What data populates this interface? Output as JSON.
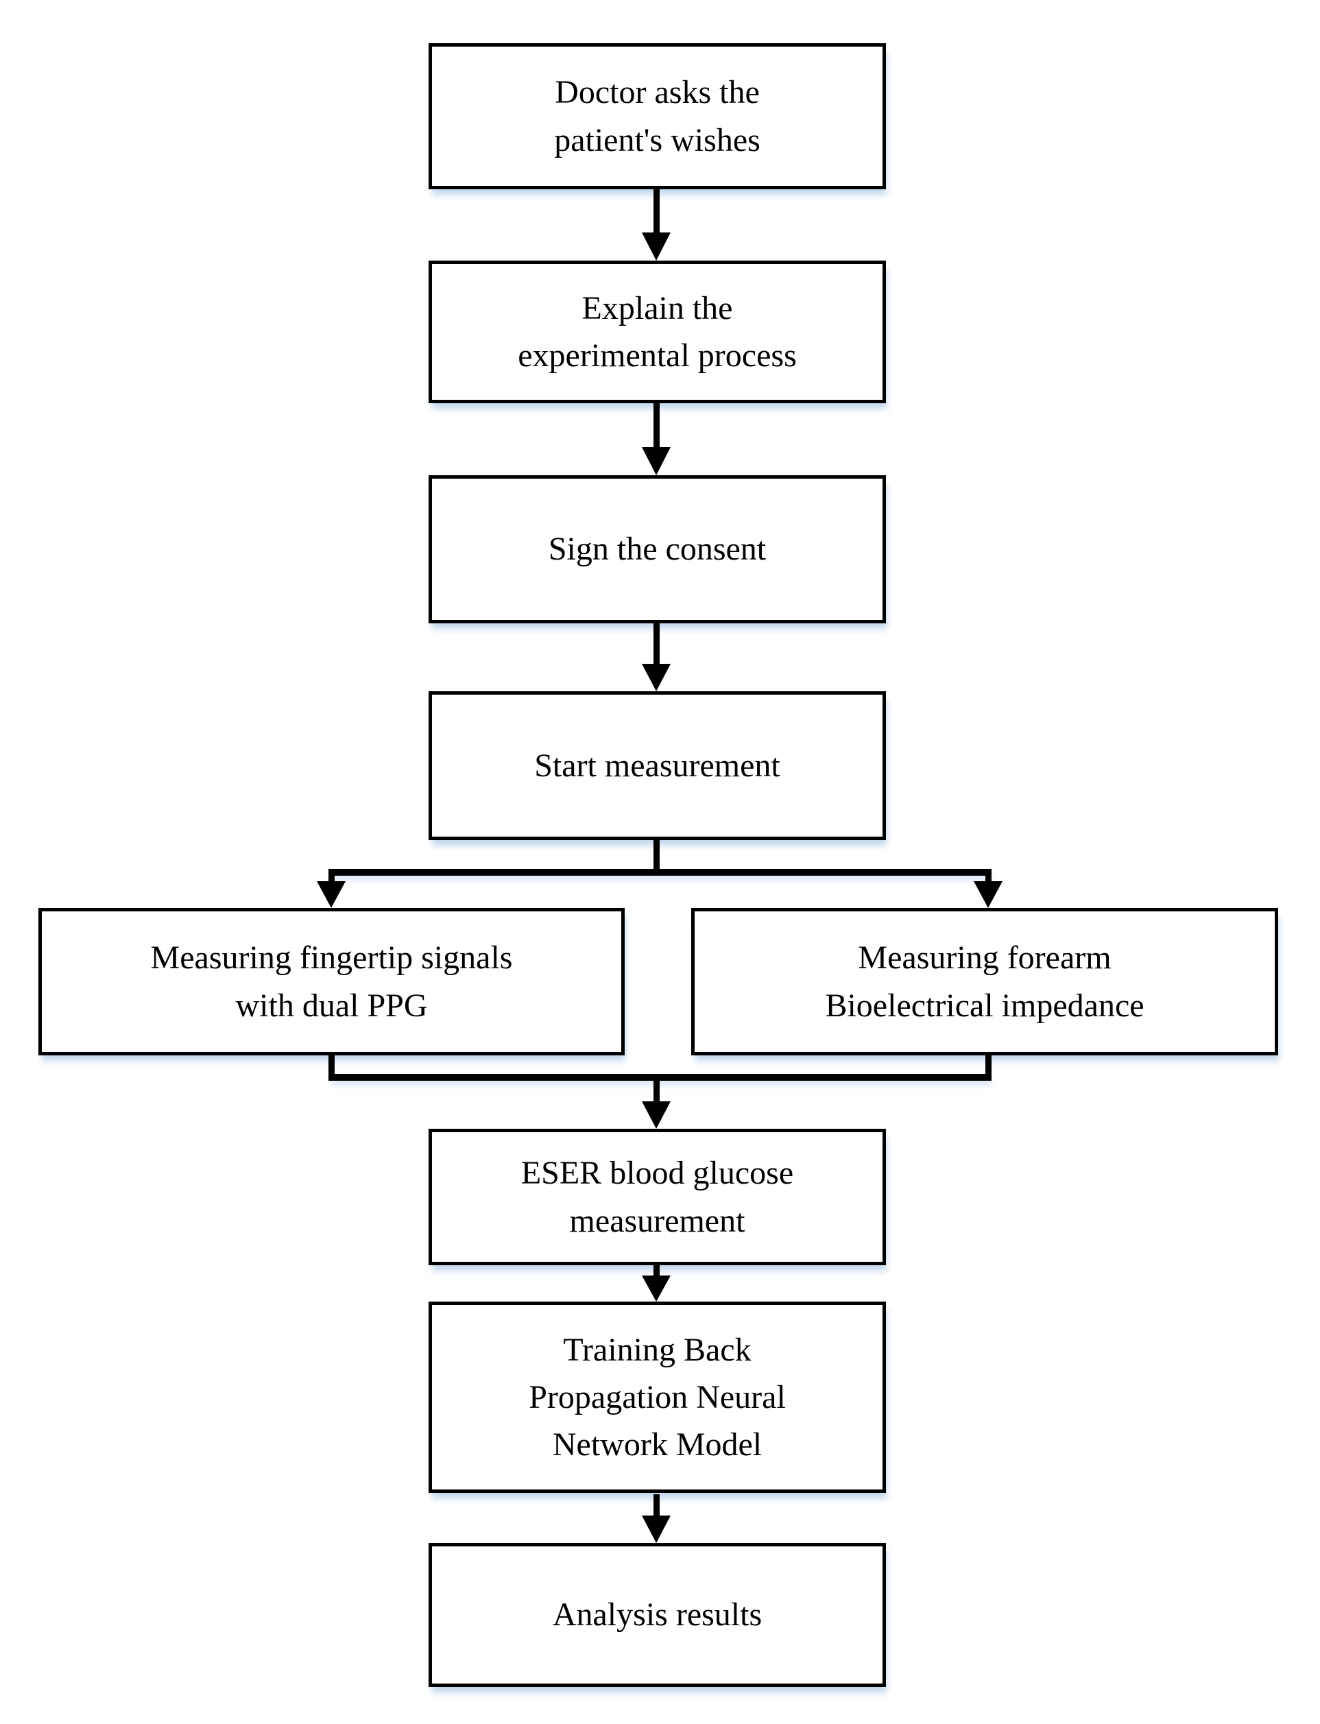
{
  "diagram": {
    "type": "flowchart",
    "background_color": "#ffffff",
    "box_border_color": "#000000",
    "box_fill_color": "#ffffff",
    "text_color": "#000000",
    "shadow_color": "#cfdef0",
    "nodes": [
      {
        "id": "doctor",
        "label": "Doctor asks the patient's wishes",
        "lines": [
          "Doctor asks the",
          "patient's wishes"
        ]
      },
      {
        "id": "explain",
        "label": "Explain the experimental process",
        "lines": [
          "Explain the",
          "experimental process"
        ]
      },
      {
        "id": "consent",
        "label": "Sign the consent",
        "lines": [
          "Sign the consent"
        ]
      },
      {
        "id": "start",
        "label": "Start measurement",
        "lines": [
          "Start measurement"
        ]
      },
      {
        "id": "fingertip",
        "label": "Measuring fingertip signals with dual PPG",
        "lines": [
          "Measuring fingertip signals",
          "with dual PPG"
        ]
      },
      {
        "id": "forearm",
        "label": "Measuring forearm Bioelectrical impedance",
        "lines": [
          "Measuring forearm",
          "Bioelectrical impedance"
        ]
      },
      {
        "id": "eser",
        "label": "ESER blood glucose measurement",
        "lines": [
          "ESER blood glucose",
          "measurement"
        ]
      },
      {
        "id": "training",
        "label": "Training Back Propagation Neural Network Model",
        "lines": [
          "Training Back",
          "Propagation Neural",
          "Network Model"
        ]
      },
      {
        "id": "analysis",
        "label": "Analysis results",
        "lines": [
          "Analysis results"
        ]
      }
    ],
    "edges": [
      {
        "from": "doctor",
        "to": "explain"
      },
      {
        "from": "explain",
        "to": "consent"
      },
      {
        "from": "consent",
        "to": "start"
      },
      {
        "from": "start",
        "to": "fingertip"
      },
      {
        "from": "start",
        "to": "forearm"
      },
      {
        "from": "fingertip",
        "to": "eser"
      },
      {
        "from": "forearm",
        "to": "eser"
      },
      {
        "from": "eser",
        "to": "training"
      },
      {
        "from": "training",
        "to": "analysis"
      }
    ]
  }
}
